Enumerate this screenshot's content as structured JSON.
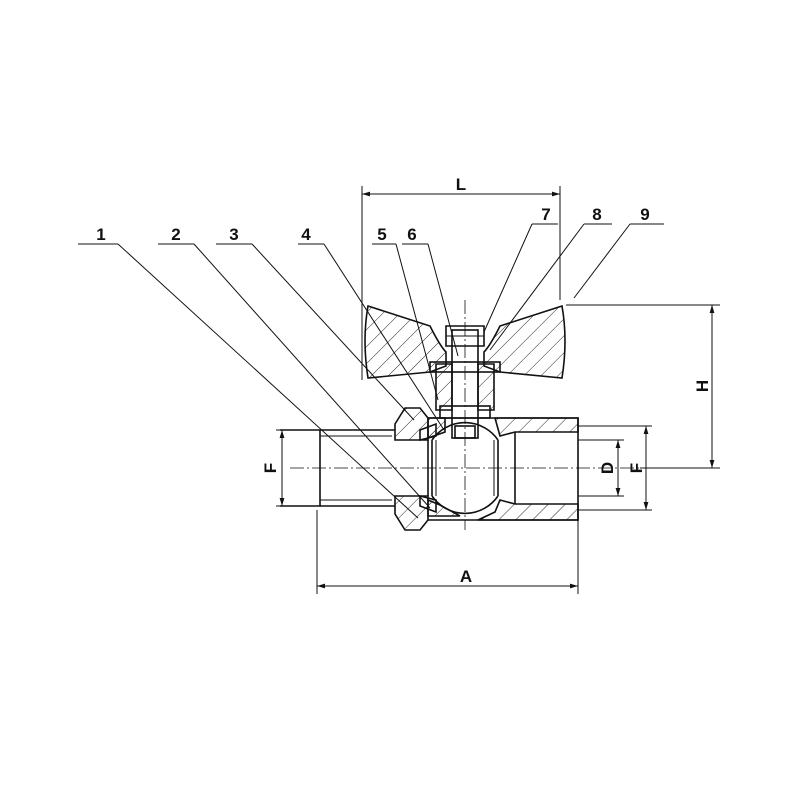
{
  "callouts": [
    {
      "num": "1"
    },
    {
      "num": "2"
    },
    {
      "num": "3"
    },
    {
      "num": "4"
    },
    {
      "num": "5"
    },
    {
      "num": "6"
    },
    {
      "num": "7"
    },
    {
      "num": "8"
    },
    {
      "num": "9"
    }
  ],
  "dimensions": {
    "handle_length": "L",
    "height": "H",
    "overall_length": "A",
    "thread_left": "F",
    "thread_right": "F",
    "bore": "D"
  },
  "colors": {
    "line": "#111111",
    "background": "#ffffff"
  }
}
